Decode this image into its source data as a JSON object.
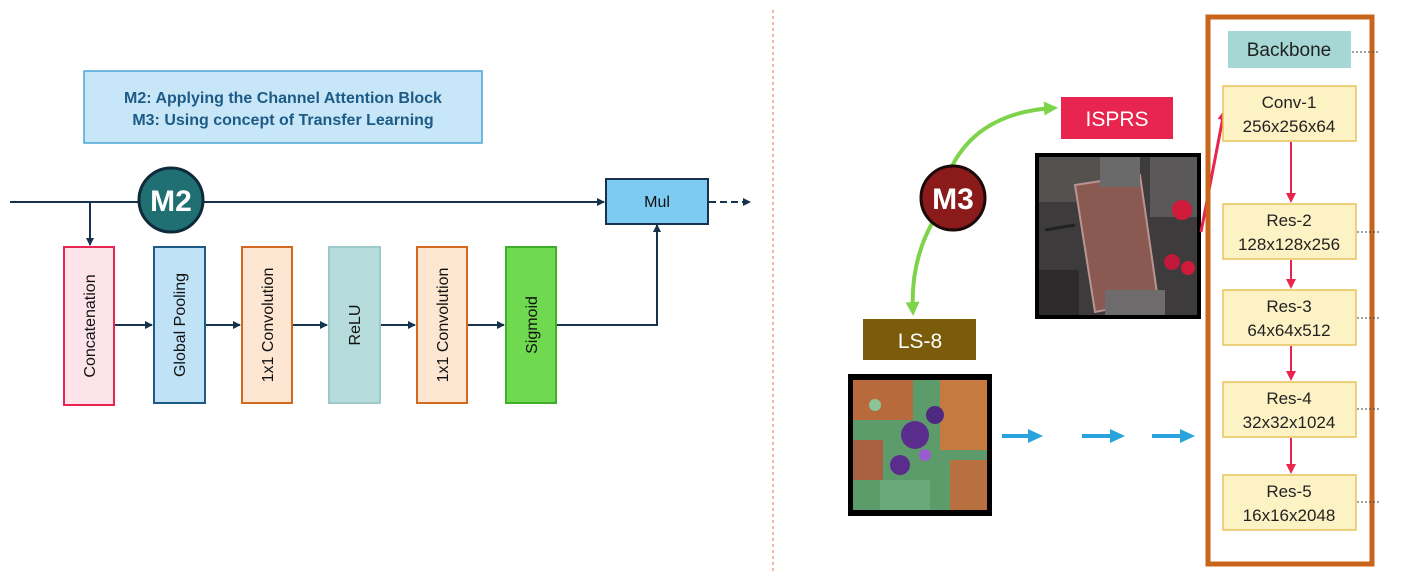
{
  "legend": {
    "line1": "M2: Applying the Channel Attention Block",
    "line2": "M3: Using concept of Transfer Learning"
  },
  "badges": {
    "m2": "M2",
    "m3": "M3"
  },
  "colors": {
    "m2_badge": "#1f6f73",
    "m3_badge": "#8b1a1a",
    "navy": "#17324d",
    "backbone_border": "#c8651b",
    "red_arrow": "#e8254e",
    "blue_arrow": "#29a3dc",
    "green_arrow": "#7dd44a",
    "isprs_bg": "#e8254e",
    "ls8_bg": "#7a5c0b"
  },
  "attention_block": {
    "blocks": [
      {
        "label": "Concatenation",
        "fill": "#fde4ea",
        "stroke": "#e8254e"
      },
      {
        "label": "Global Pooling",
        "fill": "#bfe2f7",
        "stroke": "#1d5b86"
      },
      {
        "label": "1x1 Convolution",
        "fill": "#fde7d3",
        "stroke": "#d2691e"
      },
      {
        "label": "ReLU",
        "fill": "#b7dcdc",
        "stroke": "#9ccaca"
      },
      {
        "label": "1x1 Convolution",
        "fill": "#fde7d3",
        "stroke": "#d2691e"
      },
      {
        "label": "Sigmoid",
        "fill": "#6fd94f",
        "stroke": "#3fae2a"
      }
    ],
    "mul_label": "Mul"
  },
  "transfer": {
    "target_label": "ISPRS",
    "source_label": "LS-8"
  },
  "backbone": {
    "title": "Backbone",
    "layers": [
      {
        "name": "Conv-1",
        "shape": "256x256x64"
      },
      {
        "name": "Res-2",
        "shape": "128x128x256"
      },
      {
        "name": "Res-3",
        "shape": "64x64x512"
      },
      {
        "name": "Res-4",
        "shape": "32x32x1024"
      },
      {
        "name": "Res-5",
        "shape": "16x16x2048"
      }
    ]
  }
}
